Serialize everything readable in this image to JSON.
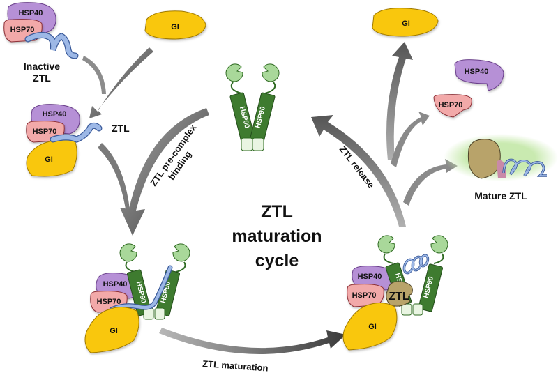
{
  "title": {
    "line1": "ZTL",
    "line2": "maturation",
    "line3": "cycle"
  },
  "colors": {
    "hsp40": "#b690d6",
    "hsp40_stroke": "#6a3f8a",
    "hsp70": "#f2a9a9",
    "hsp70_stroke": "#8a2e35",
    "gi": "#f9c70c",
    "gi_stroke": "#a07a00",
    "hsp90_body": "#3e7b2f",
    "hsp90_head": "#a9d89a",
    "hsp90_foot": "#e9f5e2",
    "ztl_chain": "#9db8e6",
    "ztl_chain_stroke": "#3a5a9a",
    "ztl_domain": "#b8a36a",
    "mature_glow": "#cfeeb5",
    "arrow": "#8a8a8a",
    "arrow_dark": "#444444"
  },
  "proteins": {
    "hsp40": "HSP40",
    "hsp70": "HSP70",
    "hsp90": "HSP90",
    "gi": "GI",
    "ztl": "ZTL"
  },
  "labels": {
    "inactive_ztl_line1": "Inactive",
    "inactive_ztl_line2": "ZTL",
    "ztl_tag": "ZTL",
    "mature_ztl": "Mature ZTL"
  },
  "steps": {
    "precomplex_line1": "ZTL pre-complex",
    "precomplex_line2": "binding",
    "maturation": "ZTL maturation",
    "release": "ZTL release"
  }
}
